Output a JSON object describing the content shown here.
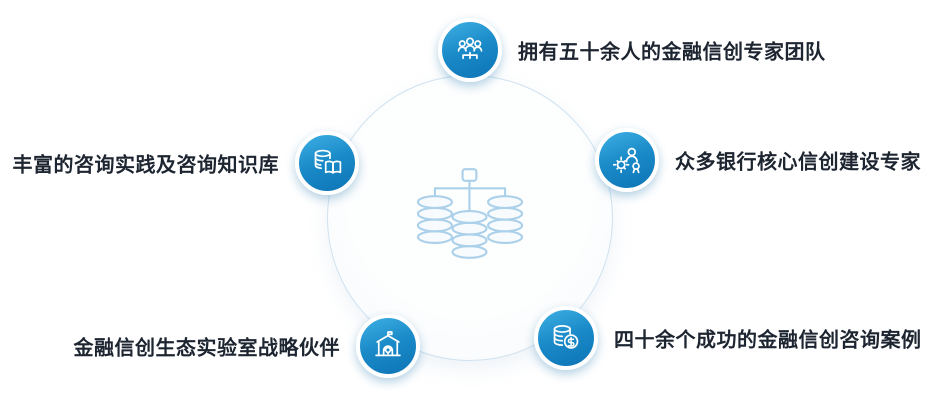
{
  "diagram": {
    "center": {
      "icon": "database-cluster-icon"
    },
    "nodes": [
      {
        "position": "top",
        "icon": "team-icon",
        "label": "拥有五十余人的金融信创专家团队"
      },
      {
        "position": "right",
        "icon": "expert-gear-medal-icon",
        "label": "众多银行核心信创建设专家"
      },
      {
        "position": "bottom-right",
        "icon": "coin-stack-dollar-icon",
        "label": "四十余个成功的金融信创咨询案例"
      },
      {
        "position": "bottom-left",
        "icon": "bank-building-gear-icon",
        "label": "金融信创生态实验室战略伙伴"
      },
      {
        "position": "left",
        "icon": "database-book-icon",
        "label": "丰富的咨询实践及咨询知识库"
      }
    ],
    "colors": {
      "node_blue_light": "#3fb0e4",
      "node_blue_dark": "#0d74b6",
      "center_circle_border": "#cfe2f0",
      "center_icon_stroke": "#abd0ea",
      "label_text": "#1d2531"
    }
  }
}
